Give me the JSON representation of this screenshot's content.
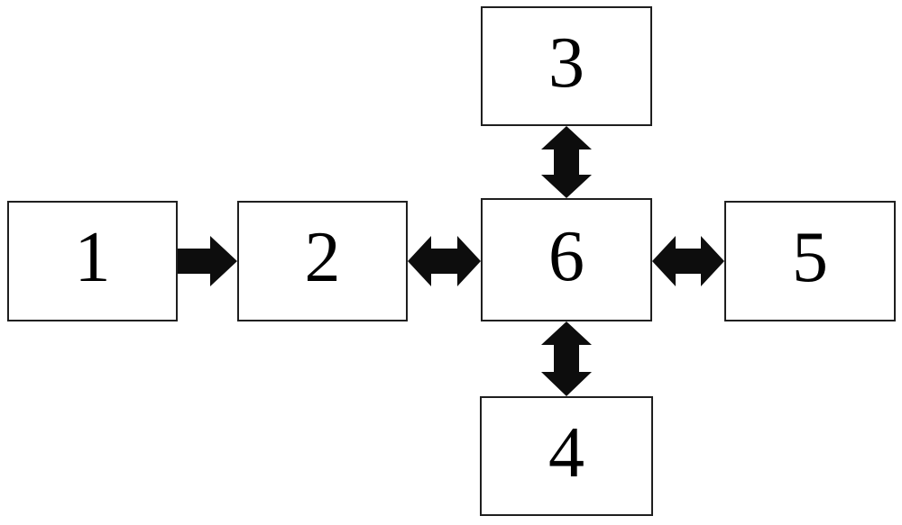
{
  "diagram": {
    "nodes": [
      {
        "id": "1",
        "label": "1"
      },
      {
        "id": "2",
        "label": "2"
      },
      {
        "id": "3",
        "label": "3"
      },
      {
        "id": "4",
        "label": "4"
      },
      {
        "id": "5",
        "label": "5"
      },
      {
        "id": "6",
        "label": "6"
      }
    ],
    "connections": [
      {
        "from": "1",
        "to": "2",
        "direction": "one-way"
      },
      {
        "from": "2",
        "to": "6",
        "direction": "two-way"
      },
      {
        "from": "3",
        "to": "6",
        "direction": "two-way"
      },
      {
        "from": "6",
        "to": "4",
        "direction": "two-way"
      },
      {
        "from": "6",
        "to": "5",
        "direction": "two-way"
      }
    ]
  },
  "colors": {
    "background": "#ffffff",
    "box-fill": "#ffffff",
    "box-border": "#1f1f1f",
    "arrow": "#0d0d0d",
    "text": "#000000"
  }
}
